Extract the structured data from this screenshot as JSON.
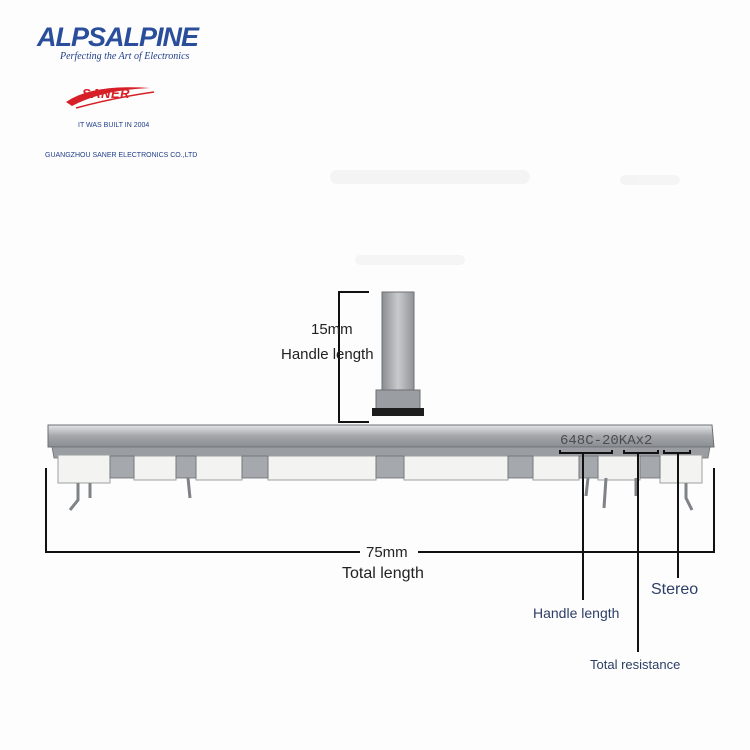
{
  "brand": {
    "alps_logo": "ALPSALPINE",
    "alps_tagline": "Perfecting the Art of Electronics",
    "saner_logo": "SANER",
    "built_note": "IT WAS BUILT IN 2004",
    "company": "GUANGZHOU SANER ELECTRONICS CO.,LTD"
  },
  "product": {
    "part_marking": "648C-20KAx2"
  },
  "annotations": {
    "handle_length_value": "15mm",
    "handle_length_label": "Handle length",
    "total_length_value": "75mm",
    "total_length_label": "Total length",
    "stereo_label": "Stereo",
    "code_handle_length_label": "Handle length",
    "code_total_resistance_label": "Total resistance"
  },
  "colors": {
    "alps_blue": "#2a4e9c",
    "saner_red": "#d61f26",
    "annotation_blue": "#2d3e66",
    "metal": "#a9acb0"
  }
}
